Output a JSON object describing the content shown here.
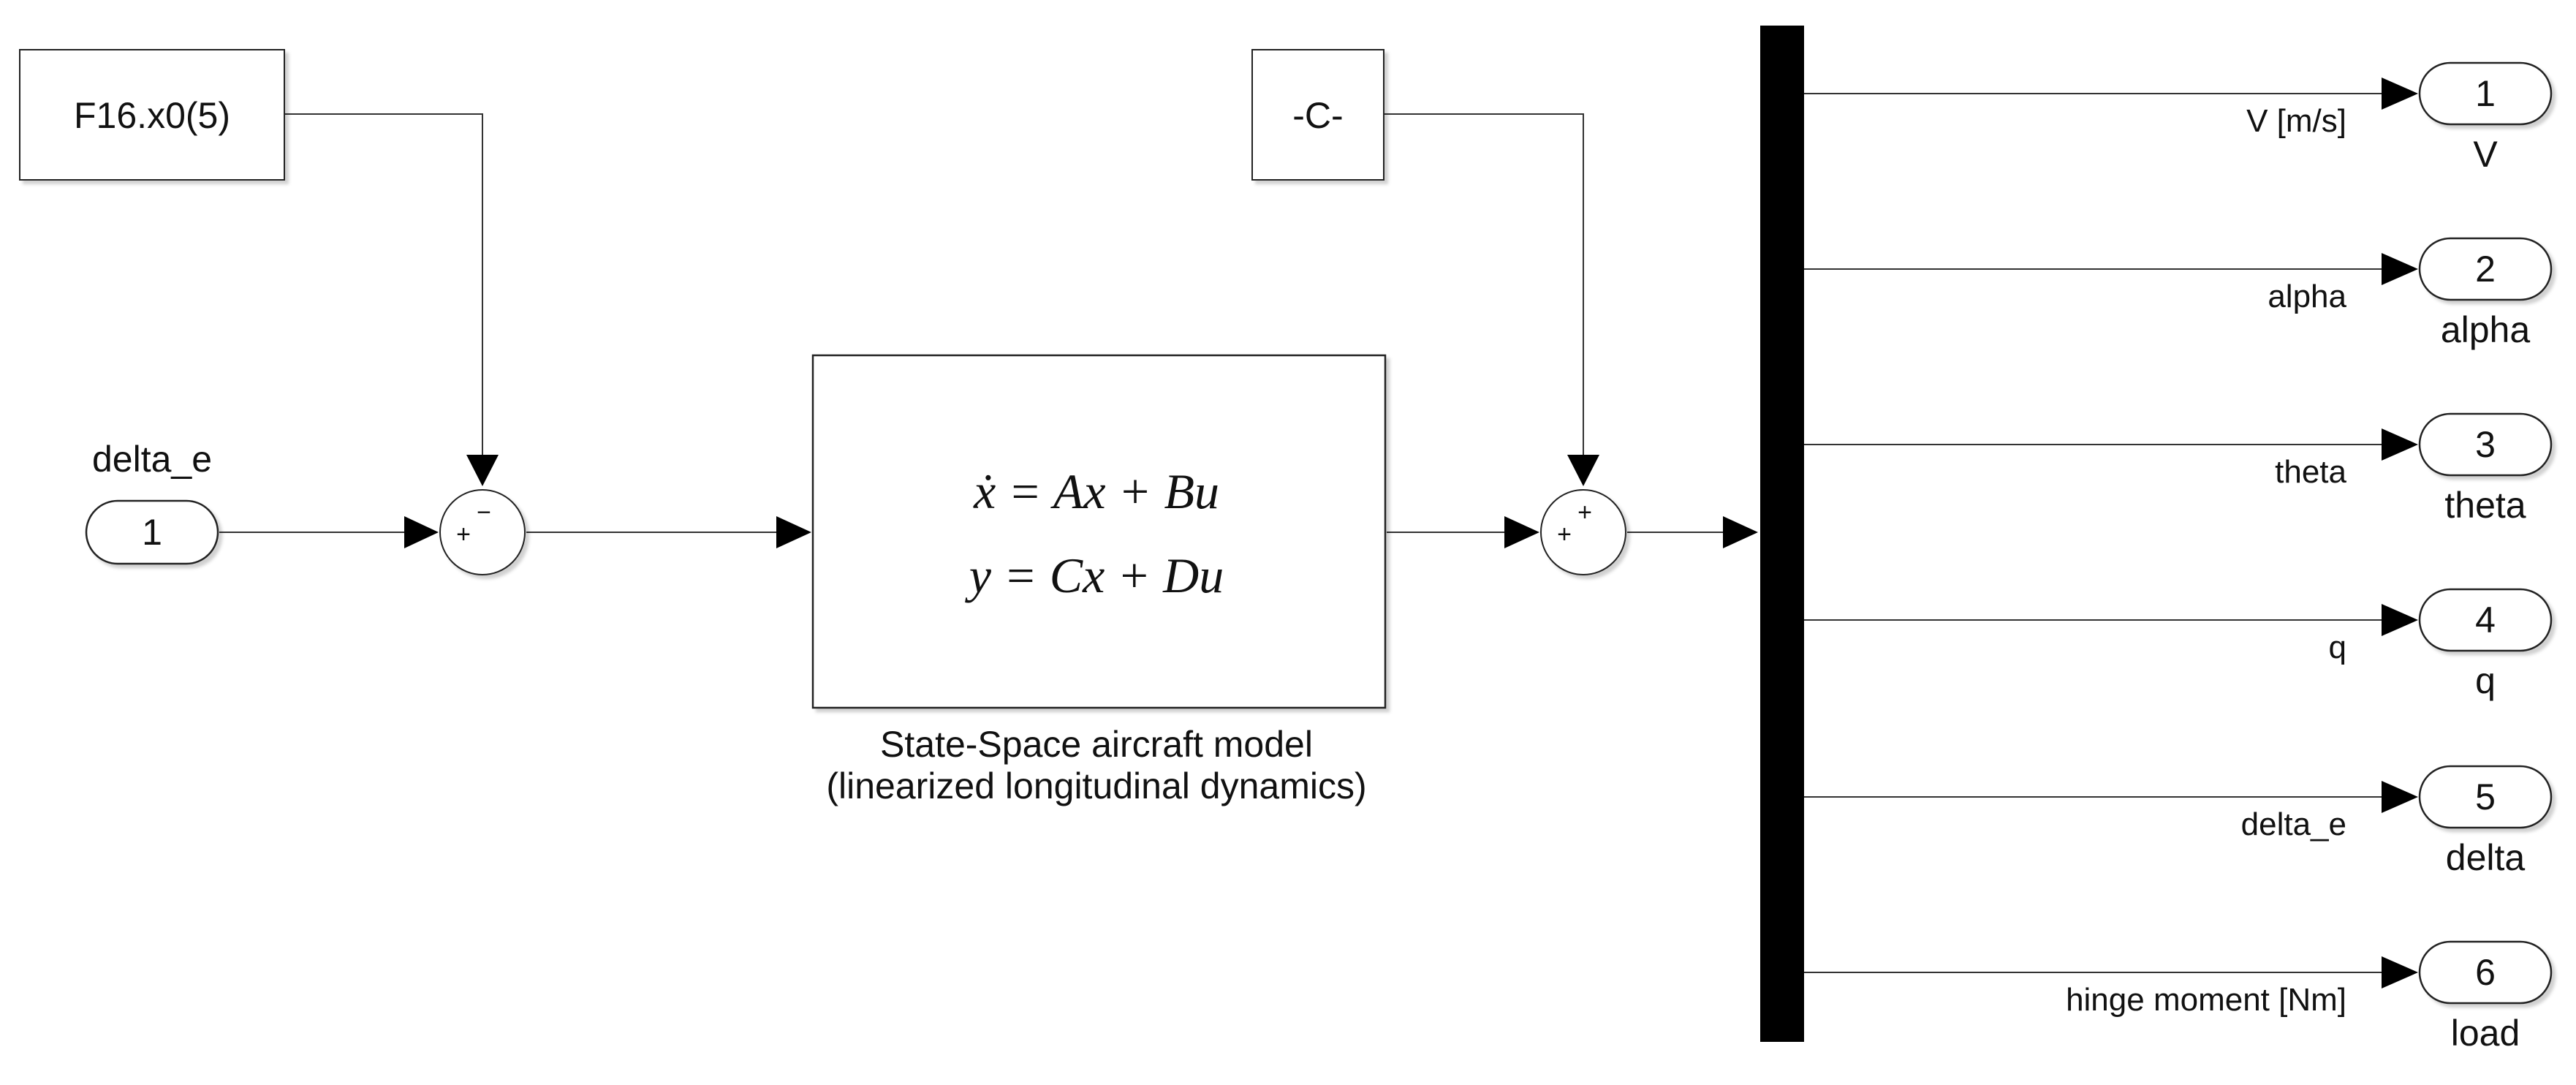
{
  "blocks": {
    "constant_x0": {
      "label": "F16.x0(5)"
    },
    "constant_c": {
      "label": "-C-"
    },
    "inport": {
      "number": "1",
      "name": "delta_e"
    },
    "sum_1": {
      "signs": [
        "+",
        "−"
      ]
    },
    "sum_2": {
      "signs": [
        "+",
        "+"
      ]
    },
    "state_space": {
      "eq1": "ẋ = Ax + Bu",
      "eq2": "y = Cx + Du",
      "caption_line1": "State-Space aircraft model",
      "caption_line2": "(linearized longitudinal dynamics)"
    }
  },
  "signals": [
    {
      "label": "V [m/s]"
    },
    {
      "label": "alpha"
    },
    {
      "label": "theta"
    },
    {
      "label": "q"
    },
    {
      "label": "delta_e"
    },
    {
      "label": "hinge moment [Nm]"
    }
  ],
  "outports": [
    {
      "number": "1",
      "name": "V"
    },
    {
      "number": "2",
      "name": "alpha"
    },
    {
      "number": "3",
      "name": "theta"
    },
    {
      "number": "4",
      "name": "q"
    },
    {
      "number": "5",
      "name": "delta"
    },
    {
      "number": "6",
      "name": "load"
    }
  ]
}
